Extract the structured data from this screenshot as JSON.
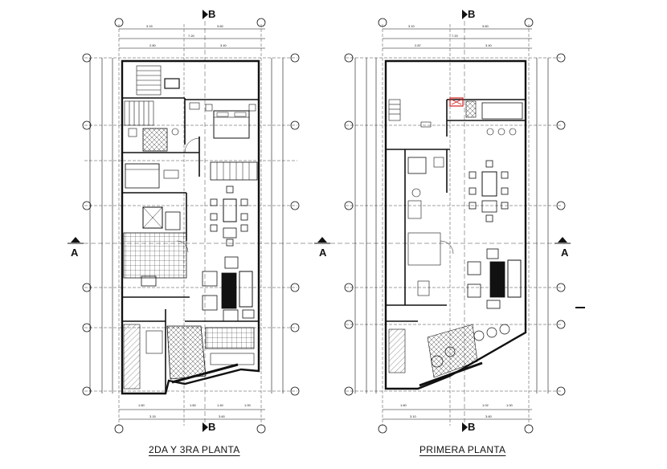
{
  "plans": [
    {
      "id": "upper",
      "title": "2DA Y 3RA PLANTA"
    },
    {
      "id": "ground",
      "title": "PRIMERA PLANTA"
    }
  ],
  "section_marks": {
    "horizontal": "A",
    "vertical": "B"
  },
  "colors": {
    "line": "#111111",
    "paper": "#ffffff",
    "accent": "#d42020"
  }
}
